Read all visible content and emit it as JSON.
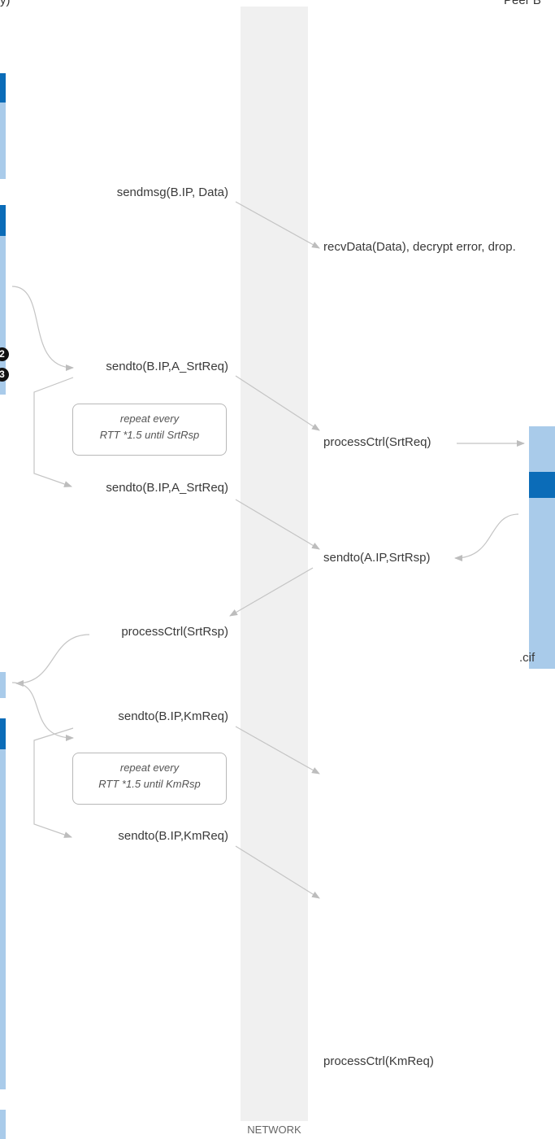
{
  "header": {
    "left_fragment": "y)",
    "right_fragment": "Peer B"
  },
  "network": {
    "label": "NETWORK"
  },
  "badges": [
    "2",
    "3"
  ],
  "left_messages": {
    "sendmsg": "sendmsg(B.IP, Data)",
    "srt_req_1": "sendto(B.IP,A_SrtReq)",
    "srt_req_2": "sendto(B.IP,A_SrtReq)",
    "process_srt_rsp": "processCtrl(SrtRsp)",
    "km_req_1": "sendto(B.IP,KmReq)",
    "km_req_2": "sendto(B.IP,KmReq)"
  },
  "right_messages": {
    "recv_data": "recvData(Data), decrypt error, drop.",
    "process_srt_req": "processCtrl(SrtReq)",
    "send_srt_rsp": "sendto(A.IP,SrtRsp)",
    "process_km_req": "processCtrl(KmReq)",
    "right_panel_fragment": ".cif"
  },
  "notes": {
    "srt": {
      "line1": "repeat every",
      "line2": "RTT *1.5 until SrtRsp"
    },
    "km": {
      "line1": "repeat every",
      "line2": "RTT *1.5 until KmRsp"
    }
  }
}
